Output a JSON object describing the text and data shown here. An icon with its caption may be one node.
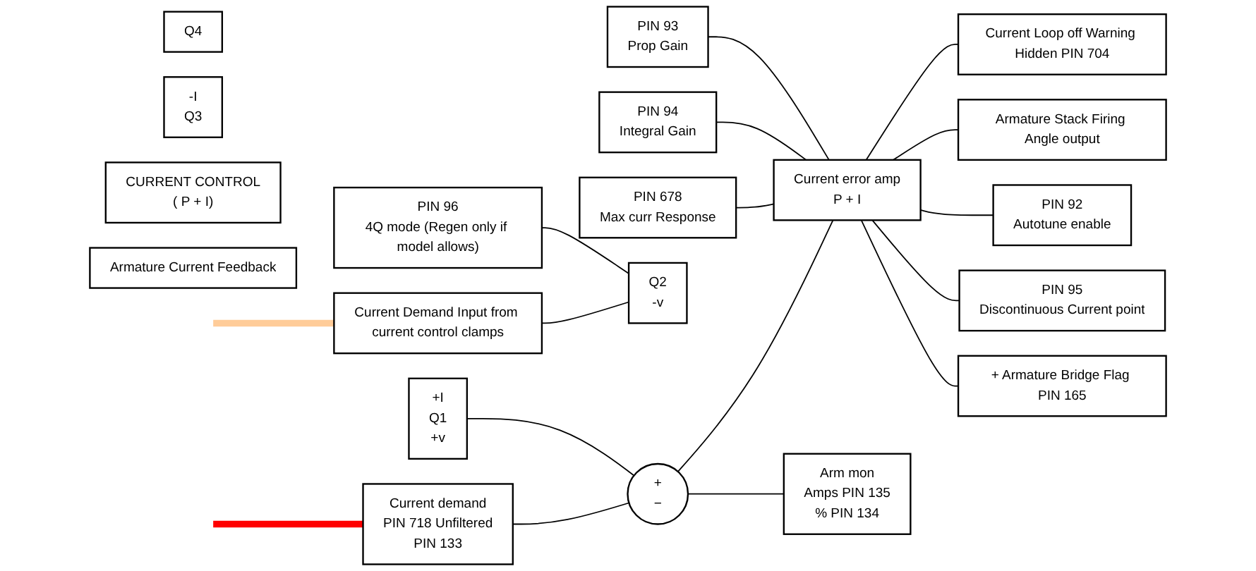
{
  "diagram": {
    "nodes": [
      {
        "text": [
          "PIN 96",
          "4Q mode (Regen only if model allows)"
        ]
      },
      {
        "text": [
          "Current demand",
          "PIN 718 Unfiltered",
          "PIN 133"
        ]
      },
      {
        "text": [
          "PIN 93",
          "Prop Gain"
        ]
      },
      {
        "text": [
          "PIN 94",
          "Integral Gain"
        ]
      },
      {
        "text": [
          "PIN 678",
          "Max curr Response"
        ]
      },
      {
        "text": [
          "Current Loop off Warning Hidden PIN 704"
        ]
      },
      {
        "text": [
          "Current Demand Input from current control clamps"
        ]
      },
      {
        "text": [
          "Q2",
          "-v"
        ]
      },
      {
        "text": [
          "+I",
          "Q1",
          "+v"
        ]
      },
      {
        "text": [
          "Q4"
        ]
      },
      {
        "text": [
          "-I",
          "Q3"
        ]
      },
      {
        "text": [
          "+",
          "−"
        ]
      },
      {
        "text": [
          "Current error amp",
          "P + I"
        ]
      },
      {
        "text": [
          "Armature Stack Firing Angle output"
        ]
      },
      {
        "text": [
          "CURRENT CONTROL",
          "( P + I)"
        ]
      },
      {
        "text": [
          "Arm mon",
          "Amps PIN 135",
          "% PIN 134"
        ]
      },
      {
        "text": [
          "Armature Current Feedback"
        ]
      },
      {
        "text": [
          "PIN 92",
          "Autotune enable"
        ]
      },
      {
        "text": [
          "PIN 95",
          "Discontinuous Current point"
        ]
      },
      {
        "text": [
          "+ Armature Bridge Flag PIN 165"
        ]
      }
    ],
    "edges": [
      {
        "from": null,
        "to": 6,
        "arrow": "none",
        "style": "thick",
        "color": "#ffcc99"
      },
      {
        "from": null,
        "to": 1,
        "arrow": "none",
        "style": "thick",
        "color": "#ff0000"
      },
      {
        "from": 0,
        "to": 7,
        "arrow": "none"
      },
      {
        "from": 6,
        "to": 7,
        "arrow": "none"
      },
      {
        "from": 8,
        "to": 11,
        "arrow": "none"
      },
      {
        "from": 1,
        "to": 11,
        "arrow": "none"
      },
      {
        "from": 2,
        "to": 12,
        "arrow": "none"
      },
      {
        "from": 3,
        "to": 12,
        "arrow": "none"
      },
      {
        "from": 4,
        "to": 12,
        "arrow": "none"
      },
      {
        "from": 11,
        "to": 12,
        "arrow": "none"
      },
      {
        "from": 12,
        "to": 5,
        "arrow": "none"
      },
      {
        "from": 12,
        "to": 13,
        "arrow": "none"
      },
      {
        "from": 12,
        "to": 17,
        "arrow": "none"
      },
      {
        "from": 12,
        "to": 18,
        "arrow": "none"
      },
      {
        "from": 12,
        "to": 19,
        "arrow": "none"
      },
      {
        "from": 11,
        "to": 15,
        "arrow": "none"
      }
    ]
  }
}
